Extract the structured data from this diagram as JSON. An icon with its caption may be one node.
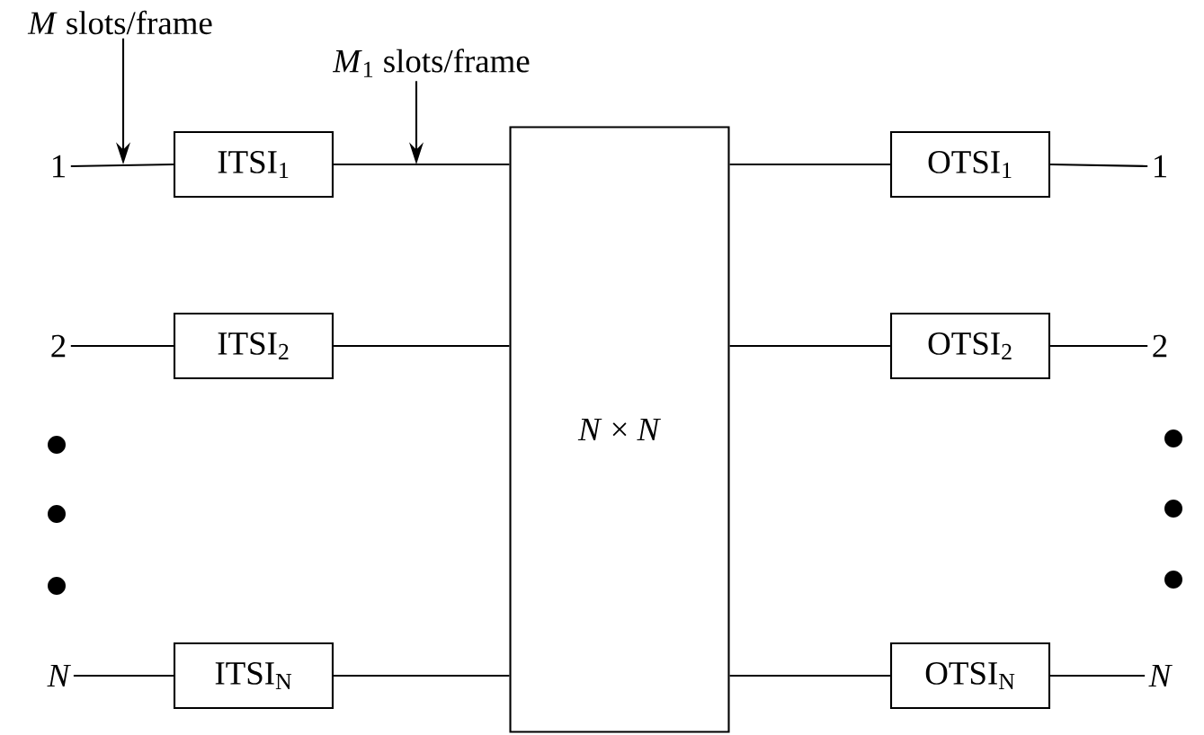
{
  "diagram": {
    "nodes": [
      {
        "text": [
          "1"
        ]
      },
      {
        "text": [
          "2"
        ]
      },
      {
        "text": [
          "N"
        ]
      },
      {
        "text": [
          "ITSI$_{1}$"
        ]
      },
      {
        "text": [
          "ITSI$_{2}$"
        ]
      },
      {
        "text": [
          "ITSI$_{N}$"
        ]
      },
      {
        "text": [
          "*N* × *N*"
        ]
      },
      {
        "text": [
          "OTSI$_{1}$"
        ]
      },
      {
        "text": [
          "OTSI$_{2}$"
        ]
      },
      {
        "text": [
          "OTSI$_{N}$"
        ]
      },
      {
        "text": [
          "1"
        ]
      },
      {
        "text": [
          "2"
        ]
      },
      {
        "text": [
          "N"
        ]
      },
      {
        "text": [
          "*M* slots/frame"
        ]
      },
      {
        "text": [
          "*M*$_{1}$ slots/frame"
        ]
      }
    ],
    "edges": [
      {
        "from": 0,
        "to": 3,
        "arrow": "none"
      },
      {
        "from": 1,
        "to": 4,
        "arrow": "none"
      },
      {
        "from": 2,
        "to": 5,
        "arrow": "none"
      },
      {
        "from": 3,
        "to": 6,
        "arrow": "none"
      },
      {
        "from": 4,
        "to": 6,
        "arrow": "none"
      },
      {
        "from": 5,
        "to": 6,
        "arrow": "none"
      },
      {
        "from": 6,
        "to": 7,
        "arrow": "none"
      },
      {
        "from": 6,
        "to": 8,
        "arrow": "none"
      },
      {
        "from": 6,
        "to": 9,
        "arrow": "none"
      },
      {
        "from": 7,
        "to": 10,
        "arrow": "none"
      },
      {
        "from": 8,
        "to": 11,
        "arrow": "none"
      },
      {
        "from": 9,
        "to": 12,
        "arrow": "none"
      },
      {
        "from": 13,
        "to": null,
        "arrow": "to"
      },
      {
        "from": 14,
        "to": null,
        "arrow": "to"
      }
    ]
  }
}
